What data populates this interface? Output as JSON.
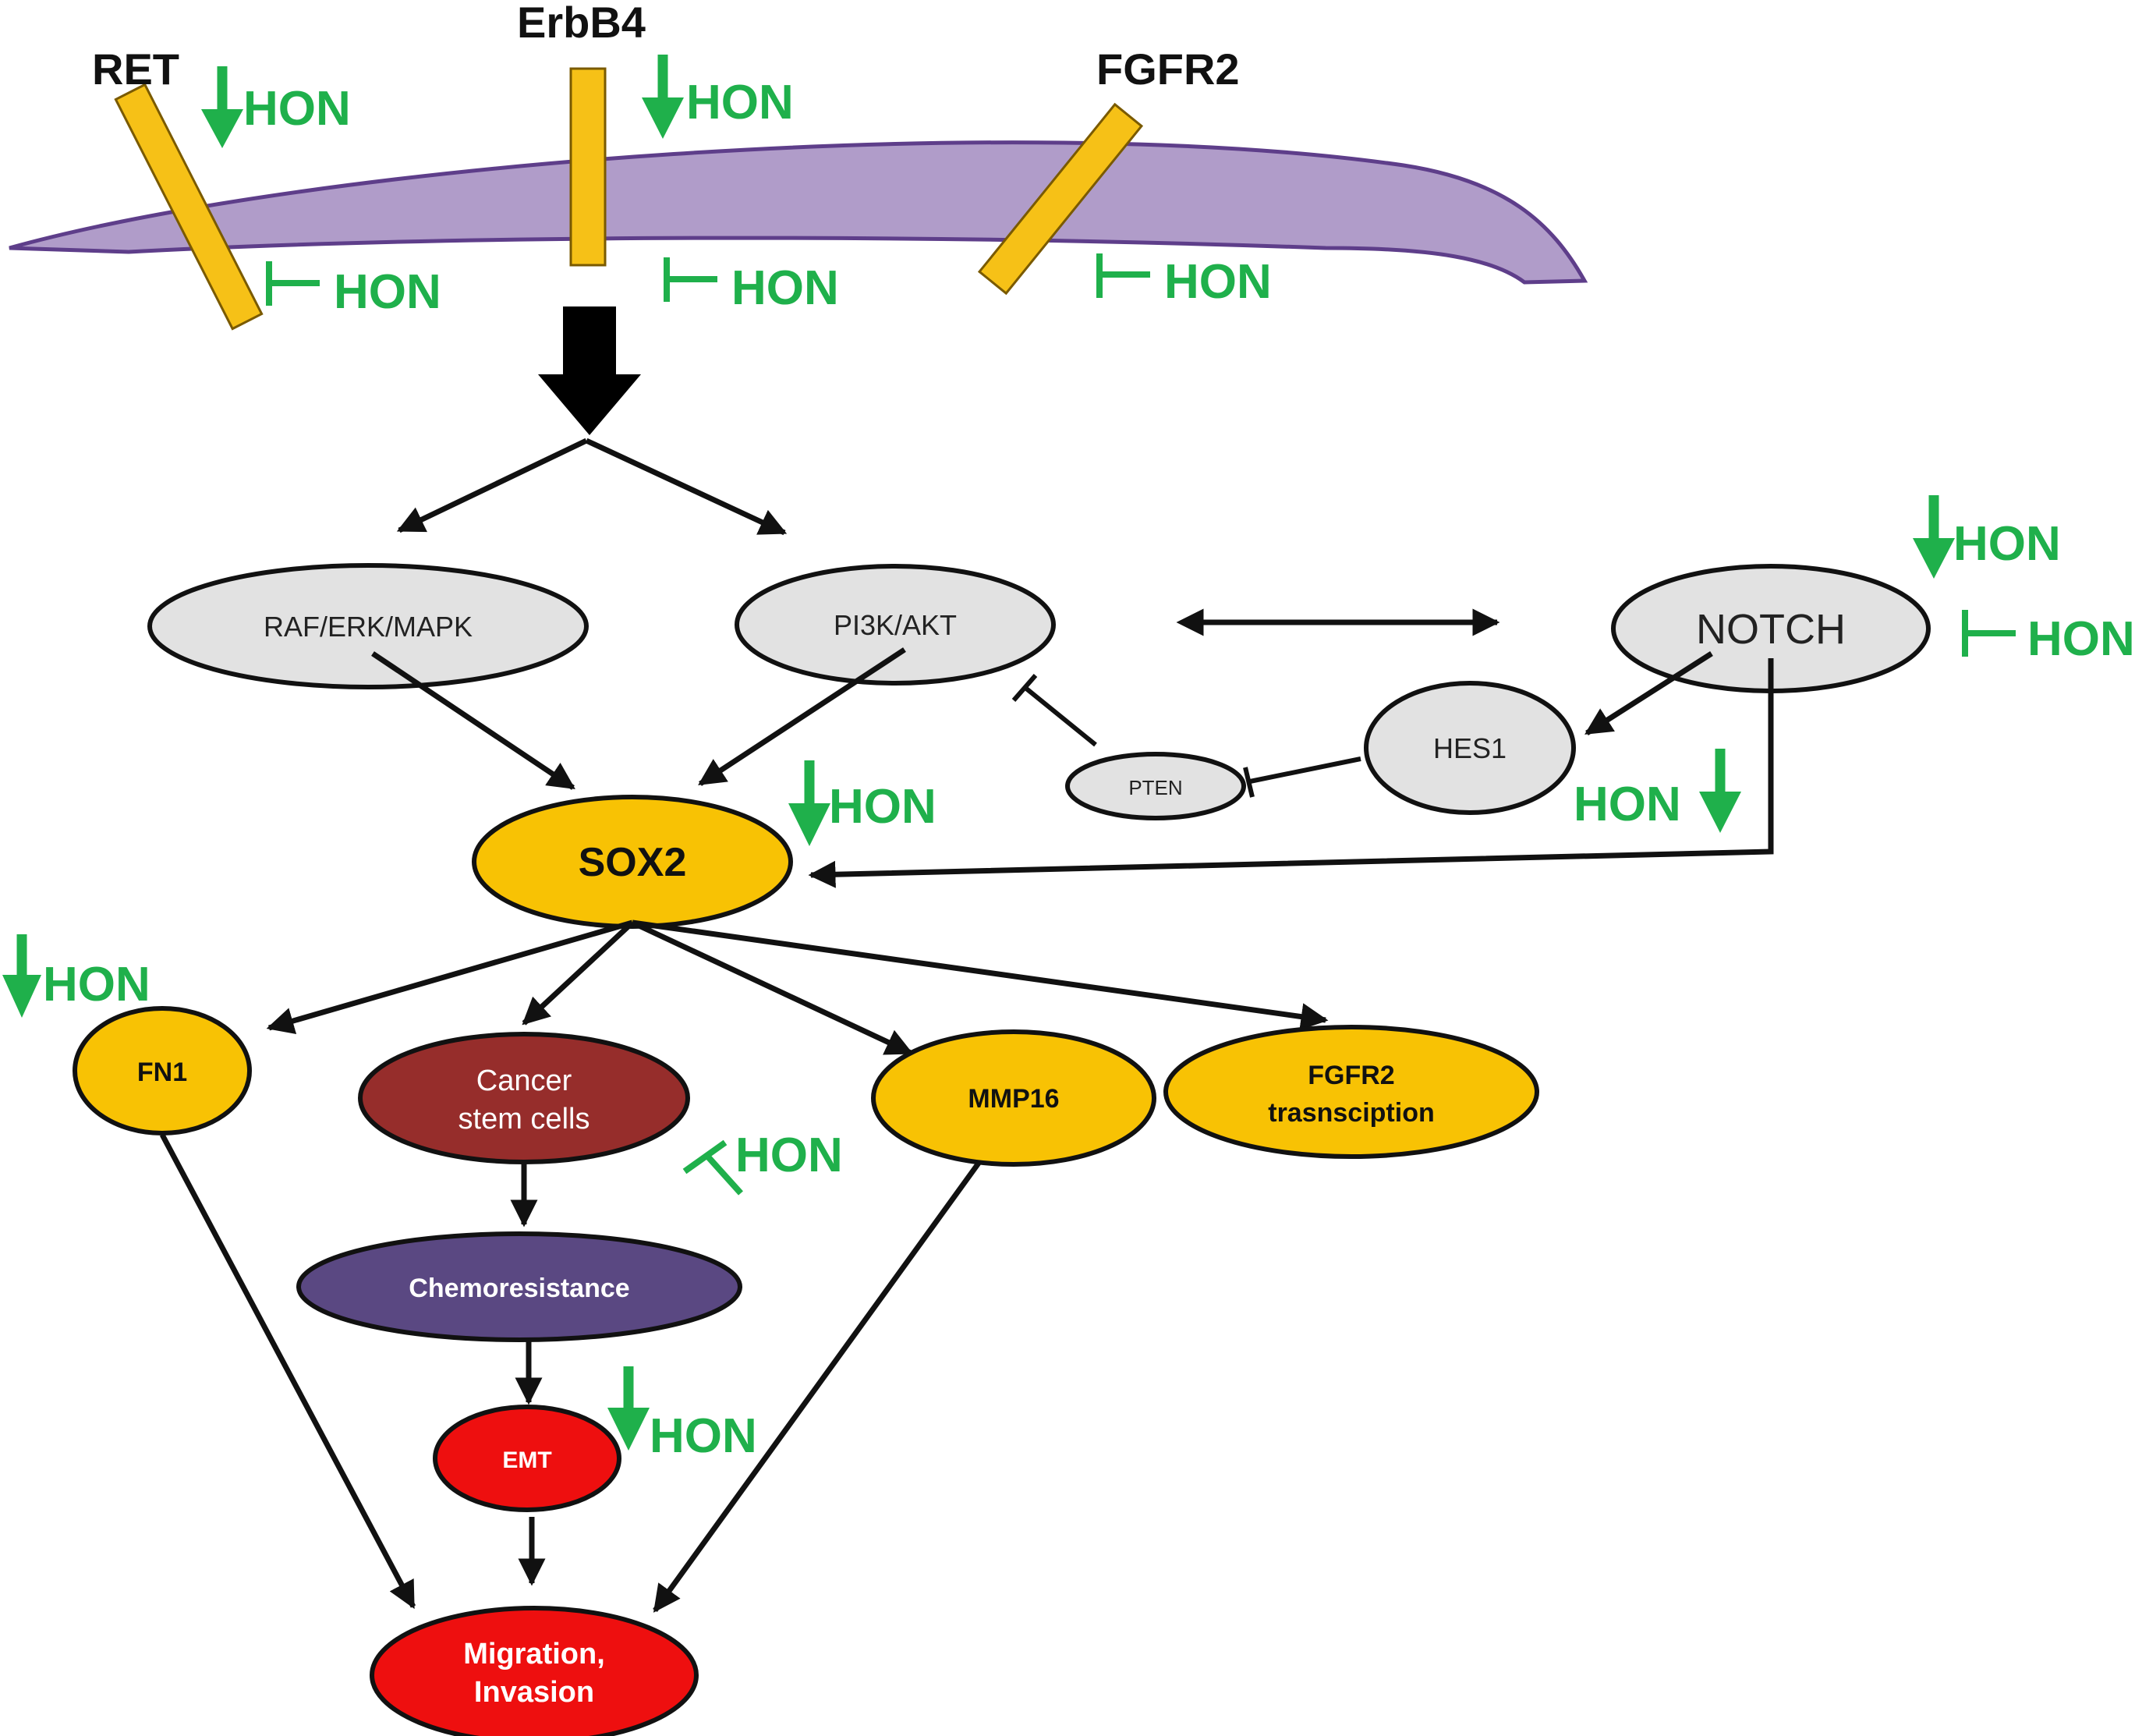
{
  "receptors": {
    "ret": "RET",
    "erbb4": "ErbB4",
    "fgfr2": "FGFR2"
  },
  "nodes": {
    "raf": "RAF/ERK/MAPK",
    "pi3k": "PI3K/AKT",
    "notch": "NOTCH",
    "hes1": "HES1",
    "pten": "PTEN",
    "sox2": "SOX2",
    "fn1": "FN1",
    "csc_line1": "Cancer",
    "csc_line2": "stem cells",
    "mmp16": "MMP16",
    "fgfr2_tx_line1": "FGFR2",
    "fgfr2_tx_line2": "trasnsciption",
    "chemoresistance": "Chemoresistance",
    "emt": "EMT",
    "migration_line1": "Migration,",
    "migration_line2": "Invasion"
  },
  "drug": "HON",
  "colors": {
    "membrane": "#b09cc9",
    "receptor": "#f6c117",
    "gray_node": "#e2e2e2",
    "yellow_node": "#f8c204",
    "csc_node": "#962d2b",
    "chemo_node": "#5a4882",
    "red_node": "#ee0f0f",
    "hon_green": "#1fb04b"
  }
}
